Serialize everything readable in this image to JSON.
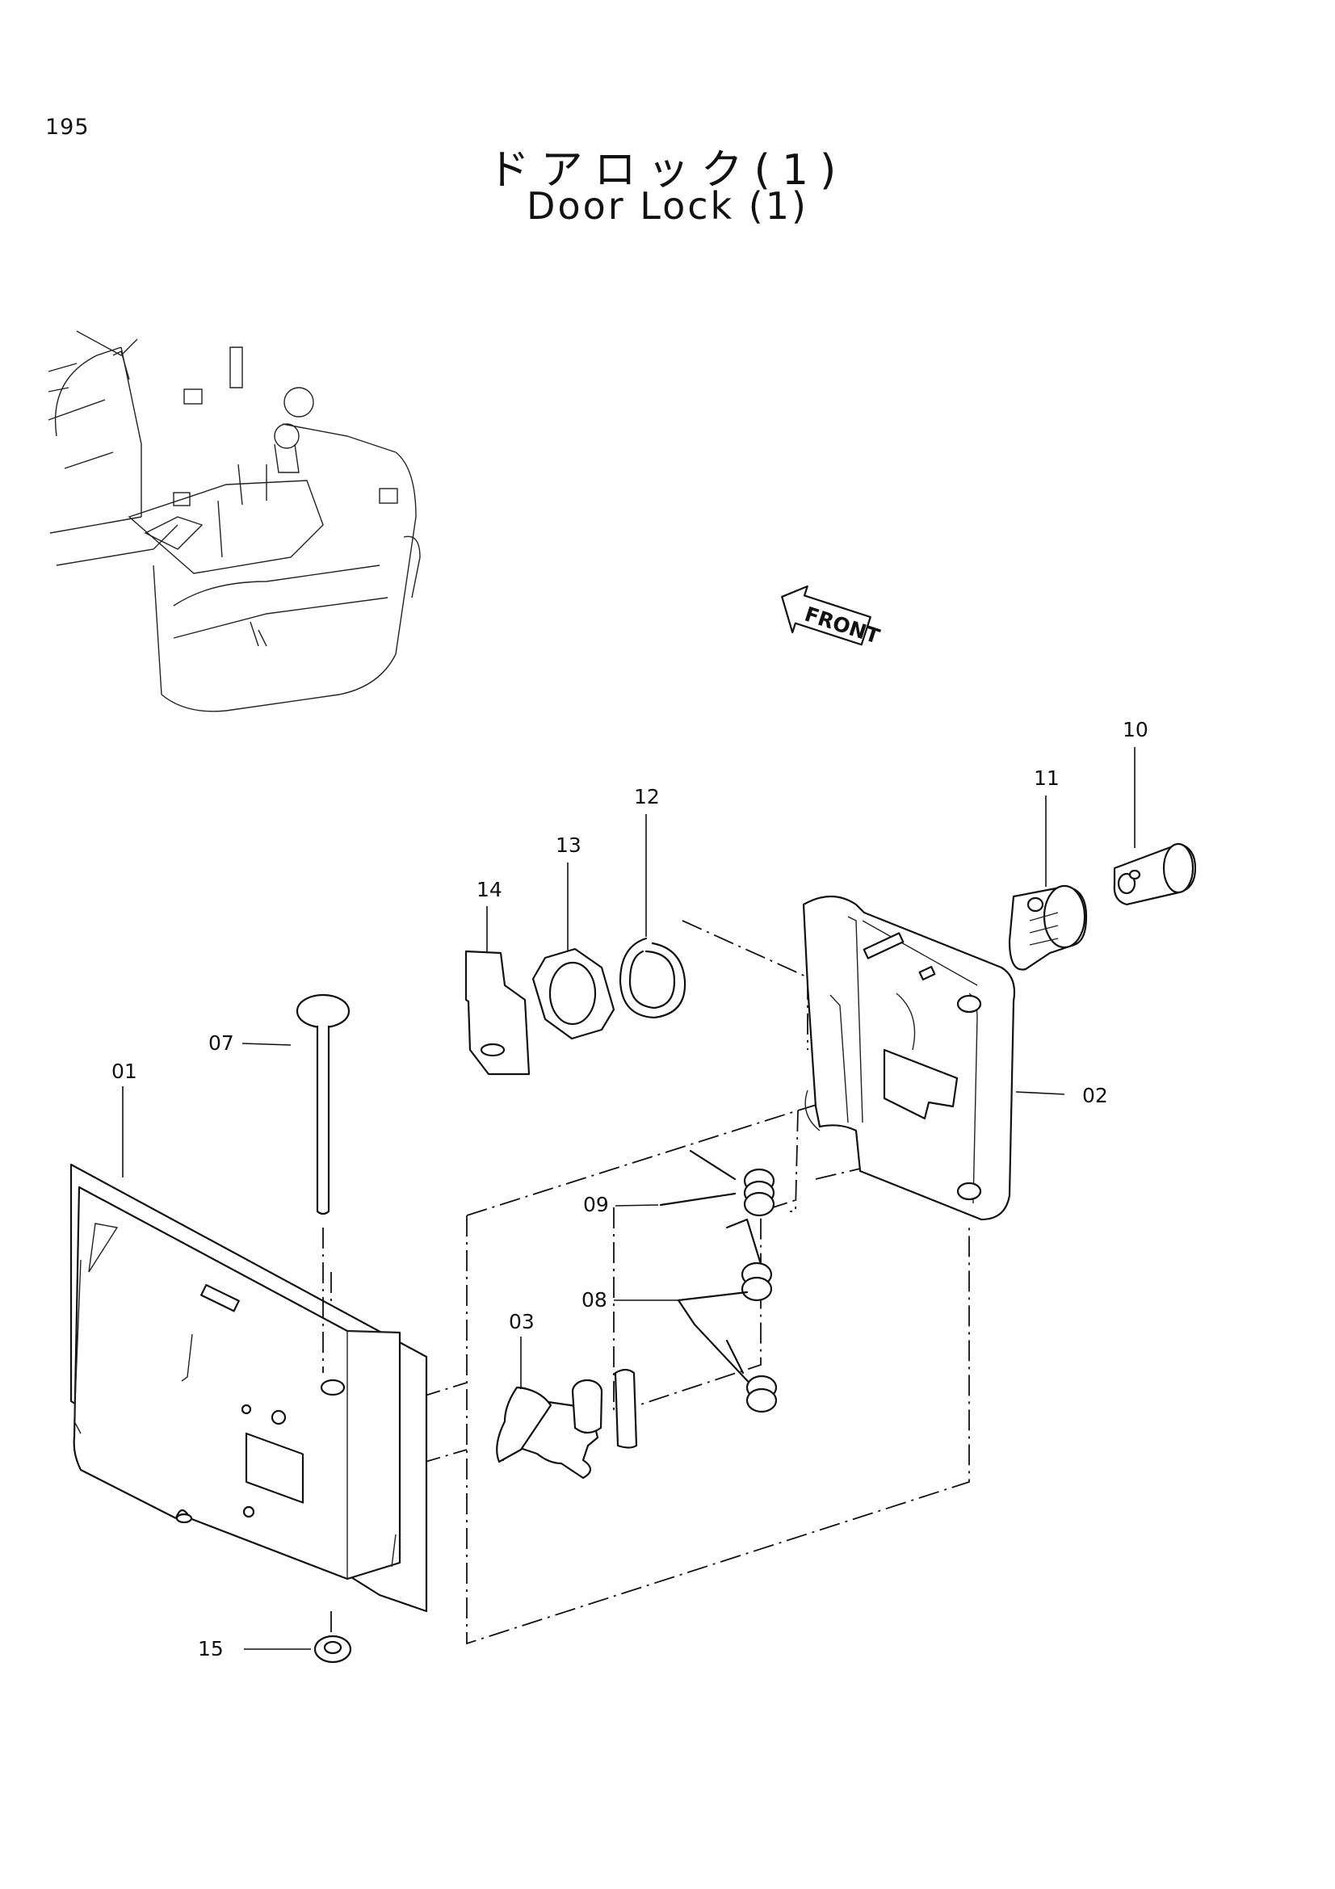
{
  "page_number": "195",
  "title_jp": "ドアロック(1)",
  "title_en": "Door Lock (1)",
  "front_marker": "FRONT",
  "parts": {
    "p01": "01",
    "p02": "02",
    "p03": "03",
    "p07": "07",
    "p08": "08",
    "p09": "09",
    "p10": "10",
    "p11": "11",
    "p12": "12",
    "p13": "13",
    "p14": "14",
    "p15": "15"
  }
}
